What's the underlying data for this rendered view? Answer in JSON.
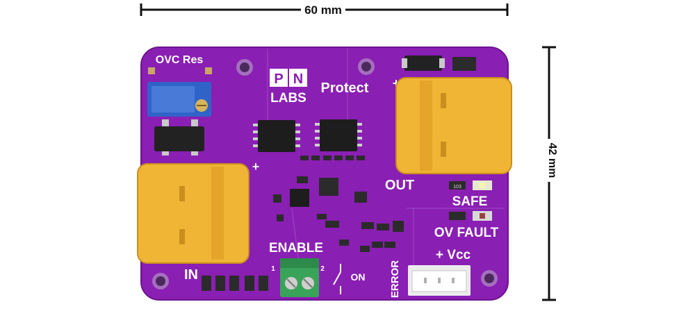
{
  "dimensions": {
    "width_label": "60 mm",
    "height_label": "42 mm"
  },
  "board": {
    "ovc_label": "OVC Res",
    "logo": {
      "letter_p": "P",
      "letter_n": "N",
      "labs": "LABS",
      "product": "Protect"
    },
    "plus_left": "+",
    "plus_right": "+",
    "in_label": "IN",
    "out_label": "OUT",
    "safe_label": "SAFE",
    "ov_fault_label": "OV FAULT",
    "enable_label": "ENABLE",
    "pin1": "1",
    "pin2": "2",
    "on_label": "ON",
    "error_label": "ERROR",
    "vcc_label": "+ Vcc",
    "resistor_code": "103"
  },
  "colors": {
    "pcb": "#8a1fb3",
    "silkscreen": "#ffffff",
    "connector": "#f0b534",
    "terminal_block": "#3aa35a",
    "led_safe": "#e8e8d0",
    "led_fault": "#d8d8d8"
  }
}
